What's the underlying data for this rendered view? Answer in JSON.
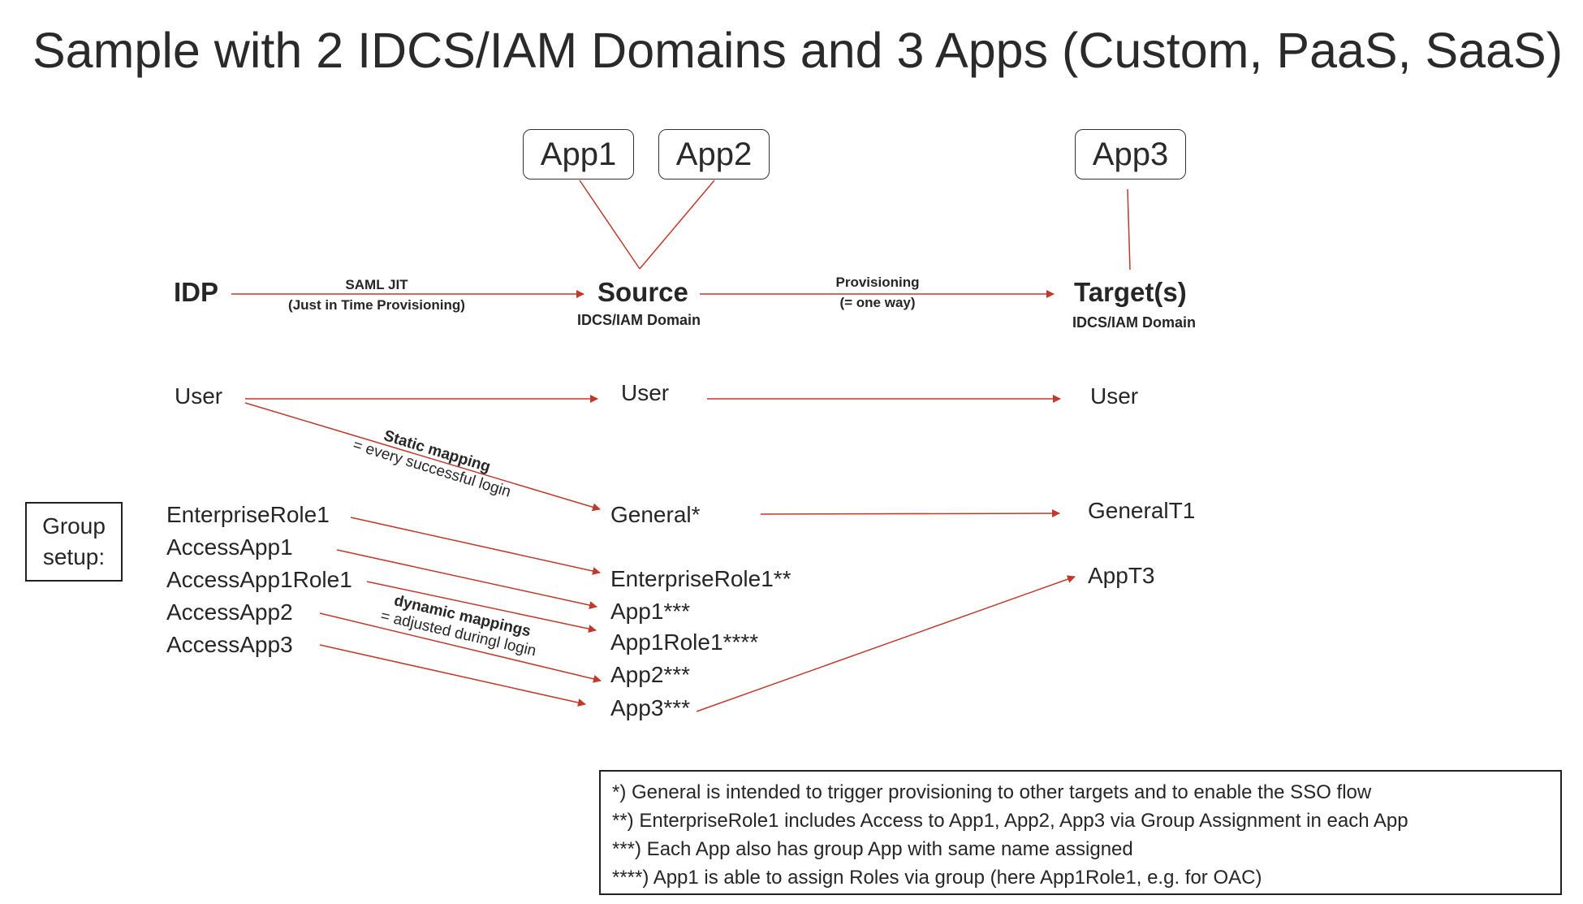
{
  "title": "Sample with 2 IDCS/IAM Domains and 3 Apps (Custom, PaaS, SaaS)",
  "apps": {
    "app1": "App1",
    "app2": "App2",
    "app3": "App3"
  },
  "columns": {
    "idp": {
      "heading": "IDP"
    },
    "source": {
      "heading": "Source",
      "subheading": "IDCS/IAM Domain"
    },
    "target": {
      "heading": "Target(s)",
      "subheading": "IDCS/IAM Domain"
    }
  },
  "edges": {
    "saml_jit": {
      "line1": "SAML JIT",
      "line2": "(Just in Time Provisioning)"
    },
    "provisioning": {
      "line1": "Provisioning",
      "line2": "(= one way)"
    },
    "static_mapping": {
      "bold": "Static mapping",
      "normal": "= every successful login"
    },
    "dynamic_mappings": {
      "bold": "dynamic mappings",
      "normal": "= adjusted duringl login"
    }
  },
  "idp_nodes": {
    "user": "User",
    "groups": [
      "EnterpriseRole1",
      "AccessApp1",
      "AccessApp1Role1",
      "AccessApp2",
      "AccessApp3"
    ]
  },
  "group_setup": {
    "line1": "Group",
    "line2": "setup:"
  },
  "source_nodes": {
    "user": "User",
    "general": "General*",
    "groups": [
      "EnterpriseRole1**",
      "App1***",
      "App1Role1****",
      "App2***",
      "App3***"
    ]
  },
  "target_nodes": {
    "user": "User",
    "general": "GeneralT1",
    "app": "AppT3"
  },
  "notes": [
    "*) General is intended to trigger provisioning to other targets and to enable the SSO flow",
    "**) EnterpriseRole1 includes Access to App1, App2, App3 via Group Assignment in each App",
    "***) Each App also has group App with same name assigned",
    "****) App1 is able to assign Roles via group (here App1Role1, e.g. for OAC)"
  ],
  "colors": {
    "arrow": "#c0392b",
    "text": "#262626",
    "border": "#222222"
  }
}
